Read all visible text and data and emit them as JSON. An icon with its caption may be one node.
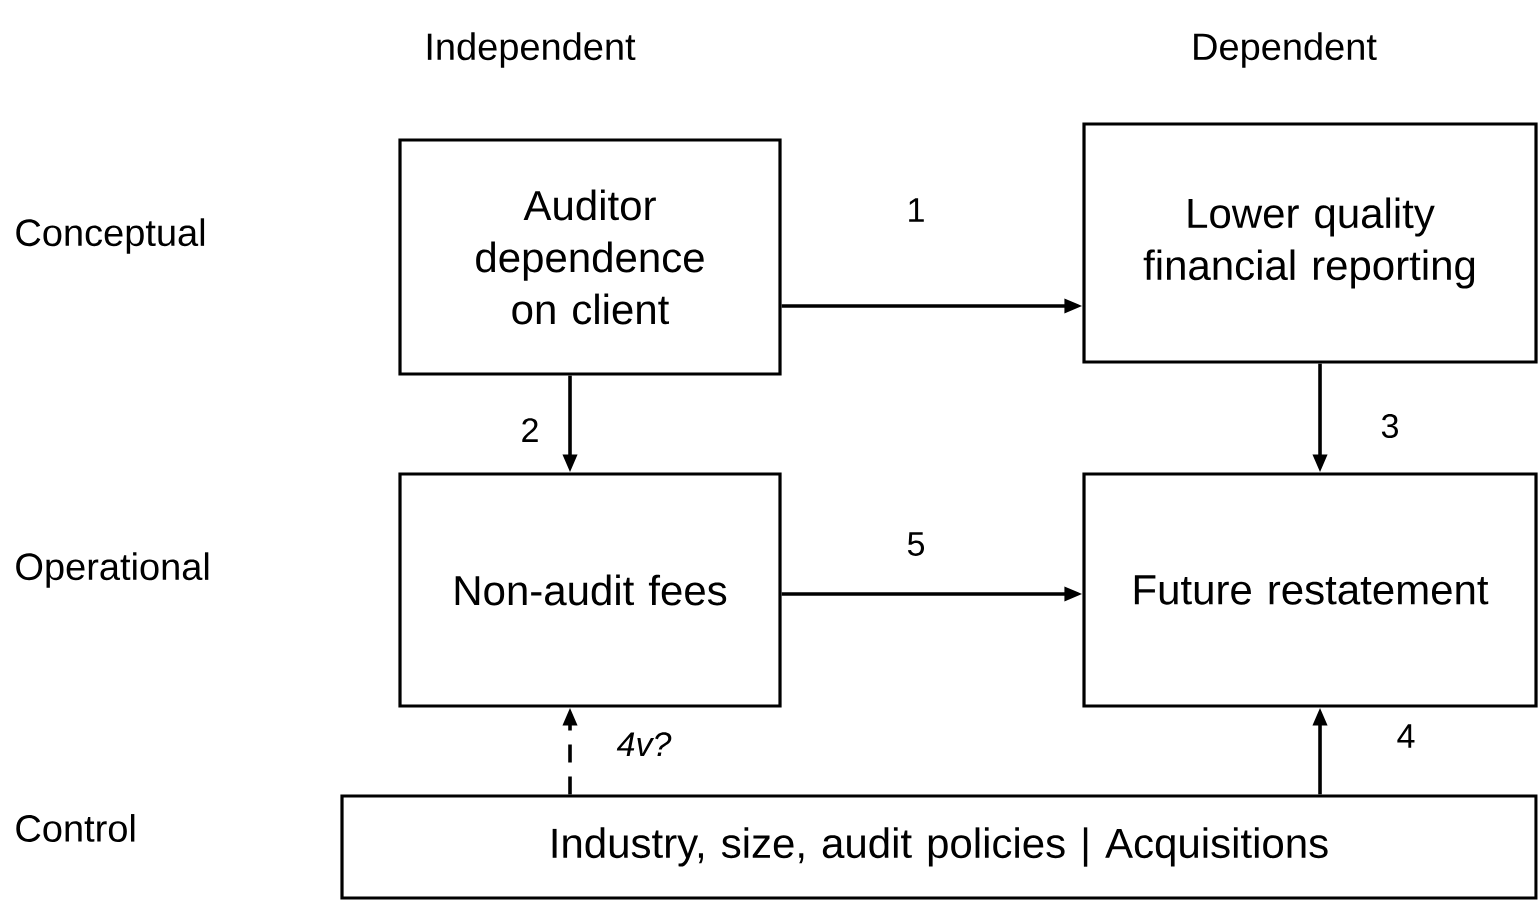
{
  "diagram": {
    "nodes": [
      {
        "text": [
          "Auditor dependence on client"
        ]
      },
      {
        "text": [
          "Lower quality financial reporting"
        ]
      },
      {
        "text": [
          "Non-audit fees"
        ]
      },
      {
        "text": [
          "Future restatement"
        ]
      },
      {
        "text": [
          "Industry, size, audit policies   |   Acquisitions"
        ]
      }
    ],
    "edges": [
      {
        "from": 0,
        "to": 1,
        "arrow": "to",
        "label": "1"
      },
      {
        "from": 0,
        "to": 2,
        "arrow": "to",
        "label": "2"
      },
      {
        "from": 1,
        "to": 3,
        "arrow": "to",
        "label": "3"
      },
      {
        "from": 4,
        "to": 3,
        "arrow": "to",
        "label": "4"
      },
      {
        "from": 4,
        "to": 2,
        "arrow": "to",
        "label": "*4v?*",
        "style": "dashed"
      },
      {
        "from": 2,
        "to": 3,
        "arrow": "to",
        "label": "5"
      }
    ],
    "labels": [
      "Independent",
      "Dependent",
      "Conceptual",
      "Operational",
      "Control"
    ]
  }
}
